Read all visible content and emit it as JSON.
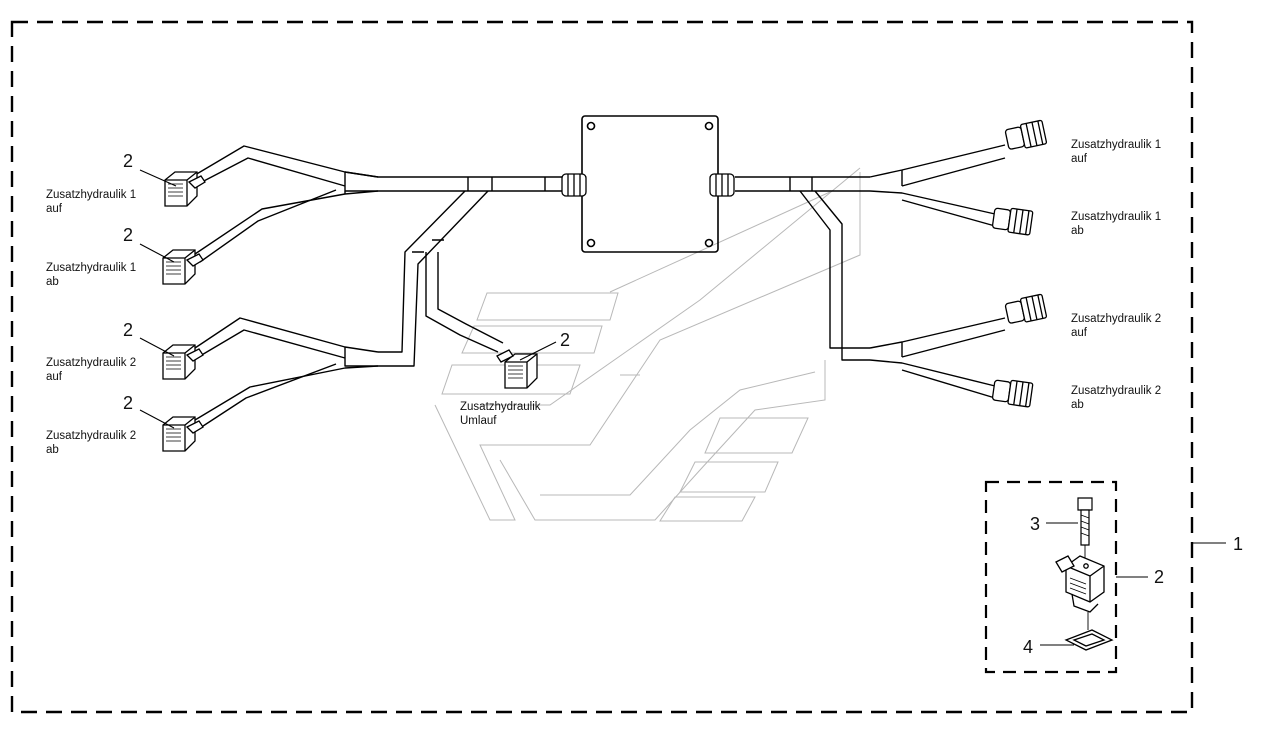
{
  "labels": {
    "l1_line1": "Zusatzhydraulik 1",
    "l1_line2": "auf",
    "l2_line1": "Zusatzhydraulik 1",
    "l2_line2": "ab",
    "l3_line1": "Zusatzhydraulik 2",
    "l3_line2": "auf",
    "l4_line1": "Zusatzhydraulik 2",
    "l4_line2": "ab",
    "c_line1": "Zusatzhydraulik",
    "c_line2": "Umlauf",
    "r1_line1": "Zusatzhydraulik 1",
    "r1_line2": "auf",
    "r2_line1": "Zusatzhydraulik 1",
    "r2_line2": "ab",
    "r3_line1": "Zusatzhydraulik 2",
    "r3_line2": "auf",
    "r4_line1": "Zusatzhydraulik 2",
    "r4_line2": "ab"
  },
  "callouts": {
    "left_1": "2",
    "left_2": "2",
    "left_3": "2",
    "left_4": "2",
    "center": "2",
    "detail_bolt": "3",
    "detail_connector": "2",
    "detail_seal": "4",
    "kit": "1"
  }
}
